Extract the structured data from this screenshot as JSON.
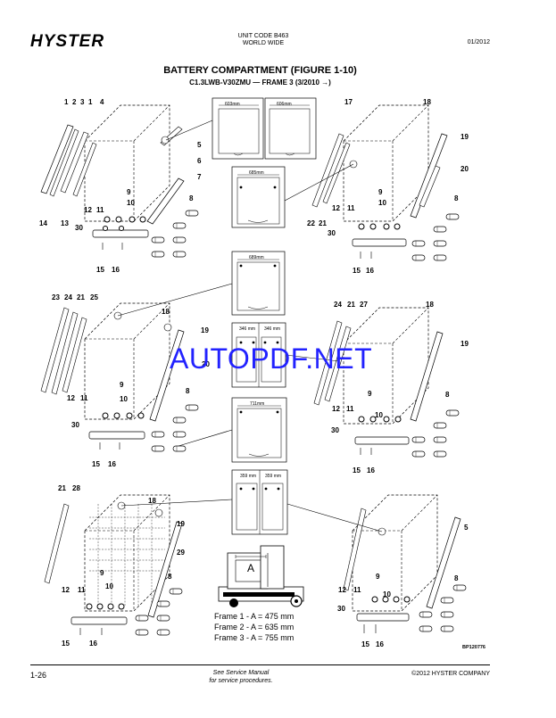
{
  "header": {
    "logo": "HYSTER",
    "unit_code": "UNIT CODE B463",
    "region": "WORLD WIDE",
    "date": "01/2012"
  },
  "title": "BATTERY COMPARTMENT (FIGURE 1-10)",
  "subtitle": "C1.3LWB-V30ZMU — FRAME 3  (3/2010 →)",
  "battery_dims": {
    "d1a": "603mm",
    "d1b": "606mm",
    "d2": "685mm",
    "d3": "689mm",
    "d4a": "346 mm",
    "d4b": "346 mm",
    "d5": "711mm",
    "d6a": "359 mm",
    "d6b": "359 mm"
  },
  "truck_label": "A",
  "frames": [
    "Frame 1 - A = 475 mm",
    "Frame 2 - A = 635 mm",
    "Frame 3 - A = 755 mm"
  ],
  "watermark": "AUTOPDF.NET",
  "bp_code": "BP120776",
  "callouts": {
    "a1": "1",
    "a2": "2",
    "a3": "3",
    "a1b": "1",
    "a4": "4",
    "a5": "5",
    "a6": "6",
    "a7": "7",
    "a8": "8",
    "a9": "9",
    "a10": "10",
    "a11": "11",
    "a12": "12",
    "a13": "13",
    "a14": "14",
    "a15": "15",
    "a16": "16",
    "a30": "30",
    "b17": "17",
    "b18": "18",
    "b19": "19",
    "b20": "20",
    "b8": "8",
    "b9": "9",
    "b10": "10",
    "b11": "11",
    "b12": "12",
    "b21": "21",
    "b22": "22",
    "b30": "30",
    "b15": "15",
    "b16": "16",
    "c23": "23",
    "c24": "24",
    "c21": "21",
    "c25": "25",
    "c18": "18",
    "c19": "19",
    "c20": "20",
    "c8": "8",
    "c9": "9",
    "c10": "10",
    "c11": "11",
    "c12": "12",
    "c30": "30",
    "c15": "15",
    "c16": "16",
    "d24": "24",
    "d21": "21",
    "d27": "27",
    "d18": "18",
    "d19": "19",
    "d8": "8",
    "d9": "9",
    "d10": "10",
    "d11": "11",
    "d12": "12",
    "d30": "30",
    "d15": "15",
    "d16": "16",
    "e21": "21",
    "e28": "28",
    "e18": "18",
    "e19": "19",
    "e29": "29",
    "e8": "8",
    "e9": "9",
    "e10": "10",
    "e11": "11",
    "e12": "12",
    "e15": "15",
    "e16": "16",
    "f5": "5",
    "f8": "8",
    "f9": "9",
    "f10": "10",
    "f11": "11",
    "f12": "12",
    "f30": "30",
    "f15": "15",
    "f16": "16"
  },
  "footer": {
    "page": "1-26",
    "note_line1": "See Service Manual",
    "note_line2": "for service procedures.",
    "copyright": "©2012 HYSTER COMPANY"
  }
}
